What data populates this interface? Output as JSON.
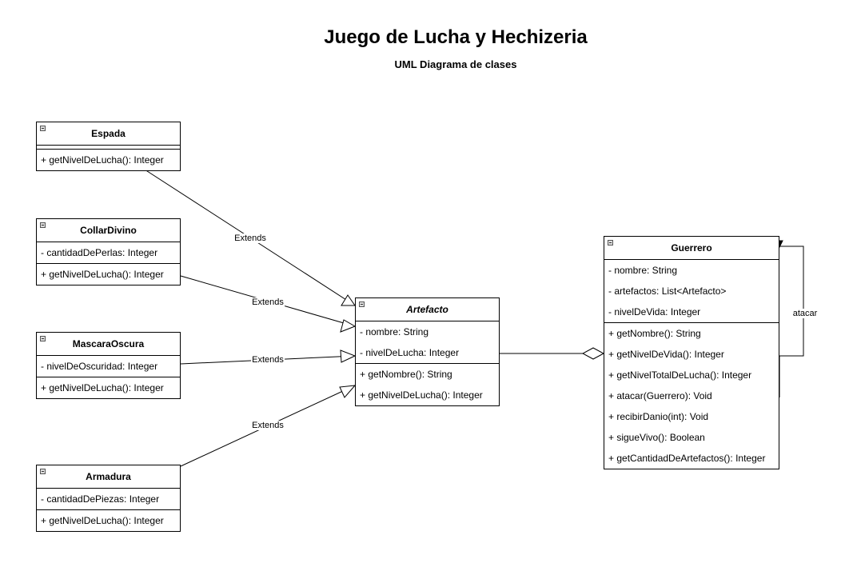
{
  "title": "Juego de Lucha y Hechizeria",
  "subtitle": "UML Diagrama de clases",
  "classes": {
    "espada": {
      "name": "Espada",
      "attributes": [],
      "methods": [
        "+ getNivelDeLucha(): Integer"
      ]
    },
    "collar": {
      "name": "CollarDivino",
      "attributes": [
        "- cantidadDePerlas: Integer"
      ],
      "methods": [
        "+ getNivelDeLucha(): Integer"
      ]
    },
    "mascara": {
      "name": "MascaraOscura",
      "attributes": [
        "- nivelDeOscuridad: Integer"
      ],
      "methods": [
        "+ getNivelDeLucha(): Integer"
      ]
    },
    "armadura": {
      "name": "Armadura",
      "attributes": [
        "- cantidadDePiezas: Integer"
      ],
      "methods": [
        "+ getNivelDeLucha(): Integer"
      ]
    },
    "artefacto": {
      "name": "Artefacto",
      "attributes": [
        "- nombre: String",
        "- nivelDeLucha: Integer"
      ],
      "methods": [
        "+ getNombre(): String",
        "+ getNivelDeLucha(): Integer"
      ]
    },
    "guerrero": {
      "name": "Guerrero",
      "attributes": [
        "- nombre: String",
        "- artefactos: List<Artefacto>",
        "- nivelDeVida:  Integer"
      ],
      "methods": [
        "+ getNombre(): String",
        "+ getNivelDeVida(): Integer",
        "+ getNivelTotalDeLucha(): Integer",
        "+ atacar(Guerrero): Void",
        "+ recibirDanio(int): Void",
        "+ sigueVivo(): Boolean",
        "+ getCantidadDeArtefactos():  Integer"
      ]
    }
  },
  "relations": {
    "extends_label": "Extends",
    "self_assoc_label": "atacar"
  }
}
